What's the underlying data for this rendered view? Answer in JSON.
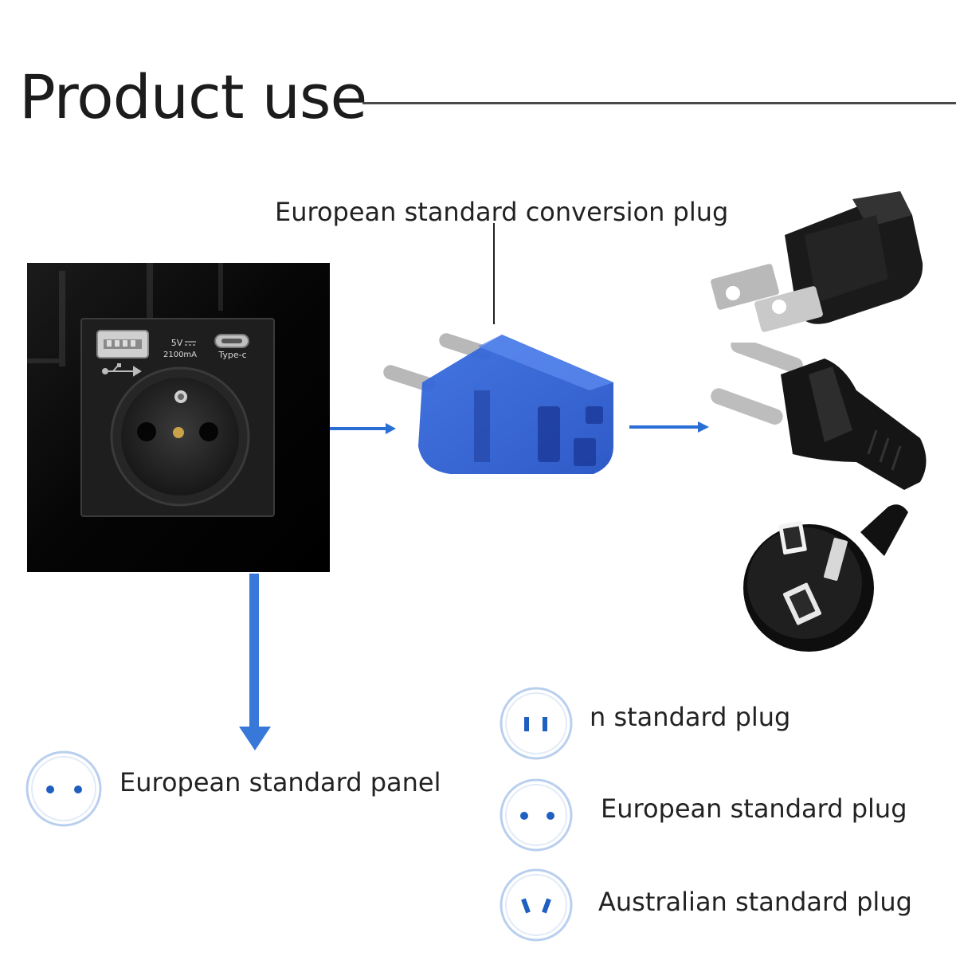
{
  "title": "Product use",
  "conversion_plug_label": "European standard conversion plug",
  "socket_panel": {
    "usb_voltage": "5V",
    "usb_current": "2100mA",
    "typec_label": "Type-c"
  },
  "standards": {
    "panel_label": "European standard panel",
    "n_plug_label": "n standard plug",
    "eu_plug_label": "European standard plug",
    "au_plug_label": "Australian standard plug"
  },
  "colors": {
    "arrow": "#2a6fd6",
    "badge_ring": "#b9cfee",
    "badge_icon": "#1f5fc0",
    "panel": "#060606",
    "adapter": "#2f63d8"
  },
  "icons": {
    "panel_badge": "two-round-holes-icon",
    "n_badge": "two-flat-slots-icon",
    "eu_badge": "two-round-holes-icon",
    "au_badge": "angled-slots-icon"
  }
}
